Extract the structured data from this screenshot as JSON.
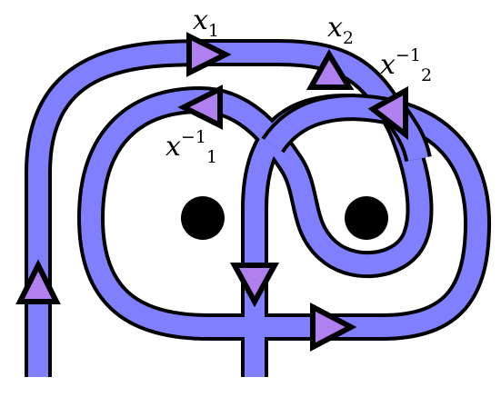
{
  "colors": {
    "strand_fill": "#8080ff",
    "strand_outline": "#000000",
    "arrow_fill": "#b080f0",
    "puncture": "#000000",
    "background": "#ffffff"
  },
  "labels": {
    "x1": {
      "base": "x",
      "sub": "1",
      "sup": ""
    },
    "x2": {
      "base": "x",
      "sub": "2",
      "sup": ""
    },
    "x2_inverse": {
      "base": "x",
      "sub": "2",
      "sup": "−1"
    },
    "x1_inverse": {
      "base": "x",
      "sub": "1",
      "sup": "−1"
    }
  }
}
